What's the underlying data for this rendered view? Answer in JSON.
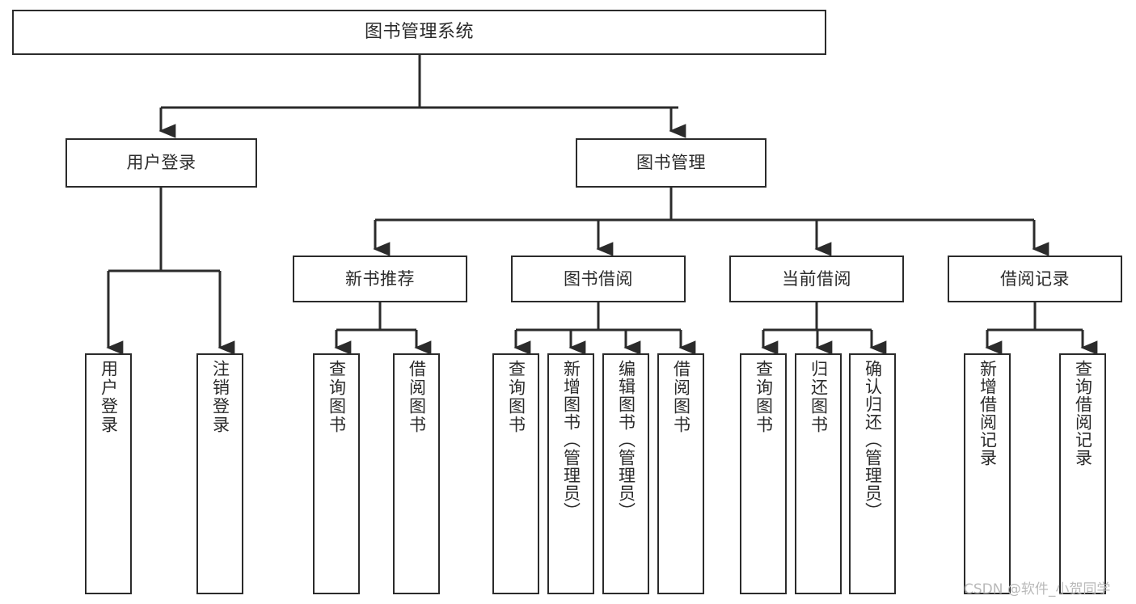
{
  "diagram": {
    "type": "tree-hierarchy",
    "title": "图书管理系统",
    "watermark": "CSDN @软件_小贺同学",
    "colors": {
      "stroke": "#2b2b2b",
      "fill": "#ffffff",
      "text": "#2b2b2b",
      "watermark": "#b9b9b9"
    },
    "nodes": {
      "root": {
        "label": "图书管理系统",
        "level": 0
      },
      "l1": [
        {
          "label": "用户登录",
          "level": 1
        },
        {
          "label": "图书管理",
          "level": 1
        }
      ],
      "l2": [
        {
          "label": "新书推荐",
          "level": 2
        },
        {
          "label": "图书借阅",
          "level": 2
        },
        {
          "label": "当前借阅",
          "level": 2
        },
        {
          "label": "借阅记录",
          "level": 2
        }
      ],
      "leaves": [
        {
          "label": "用户登录",
          "parent": "用户登录"
        },
        {
          "label": "注销登录",
          "parent": "用户登录"
        },
        {
          "label": "查询图书",
          "parent": "新书推荐"
        },
        {
          "label": "借阅图书",
          "parent": "新书推荐"
        },
        {
          "label": "查询图书",
          "parent": "图书借阅"
        },
        {
          "label": "新增图书（管理员）",
          "parent": "图书借阅"
        },
        {
          "label": "编辑图书（管理员）",
          "parent": "图书借阅"
        },
        {
          "label": "借阅图书",
          "parent": "图书借阅"
        },
        {
          "label": "查询图书",
          "parent": "当前借阅"
        },
        {
          "label": "归还图书",
          "parent": "当前借阅"
        },
        {
          "label": "确认归还（管理员）",
          "parent": "当前借阅"
        },
        {
          "label": "新增借阅记录",
          "parent": "借阅记录"
        },
        {
          "label": "查询借阅记录",
          "parent": "借阅记录"
        }
      ]
    }
  }
}
